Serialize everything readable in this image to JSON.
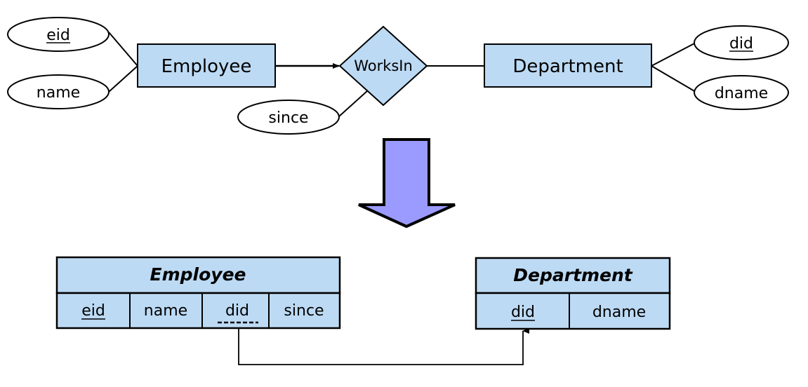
{
  "colors": {
    "entity_fill": "#bddaf4",
    "arrow_fill": "#9b9bff",
    "stroke": "#000000",
    "background": "#ffffff"
  },
  "er": {
    "entities": {
      "employee": "Employee",
      "department": "Department"
    },
    "relationship": "WorksIn",
    "attributes": {
      "eid": "eid",
      "name": "name",
      "since": "since",
      "did": "did",
      "dname": "dname"
    }
  },
  "tables": {
    "employee": {
      "title": "Employee",
      "columns": [
        {
          "label": "eid",
          "key": "primary"
        },
        {
          "label": "name",
          "key": "none"
        },
        {
          "label": "did",
          "key": "foreign"
        },
        {
          "label": "since",
          "key": "none"
        }
      ]
    },
    "department": {
      "title": "Department",
      "columns": [
        {
          "label": "did",
          "key": "primary"
        },
        {
          "label": "dname",
          "key": "none"
        }
      ]
    }
  }
}
